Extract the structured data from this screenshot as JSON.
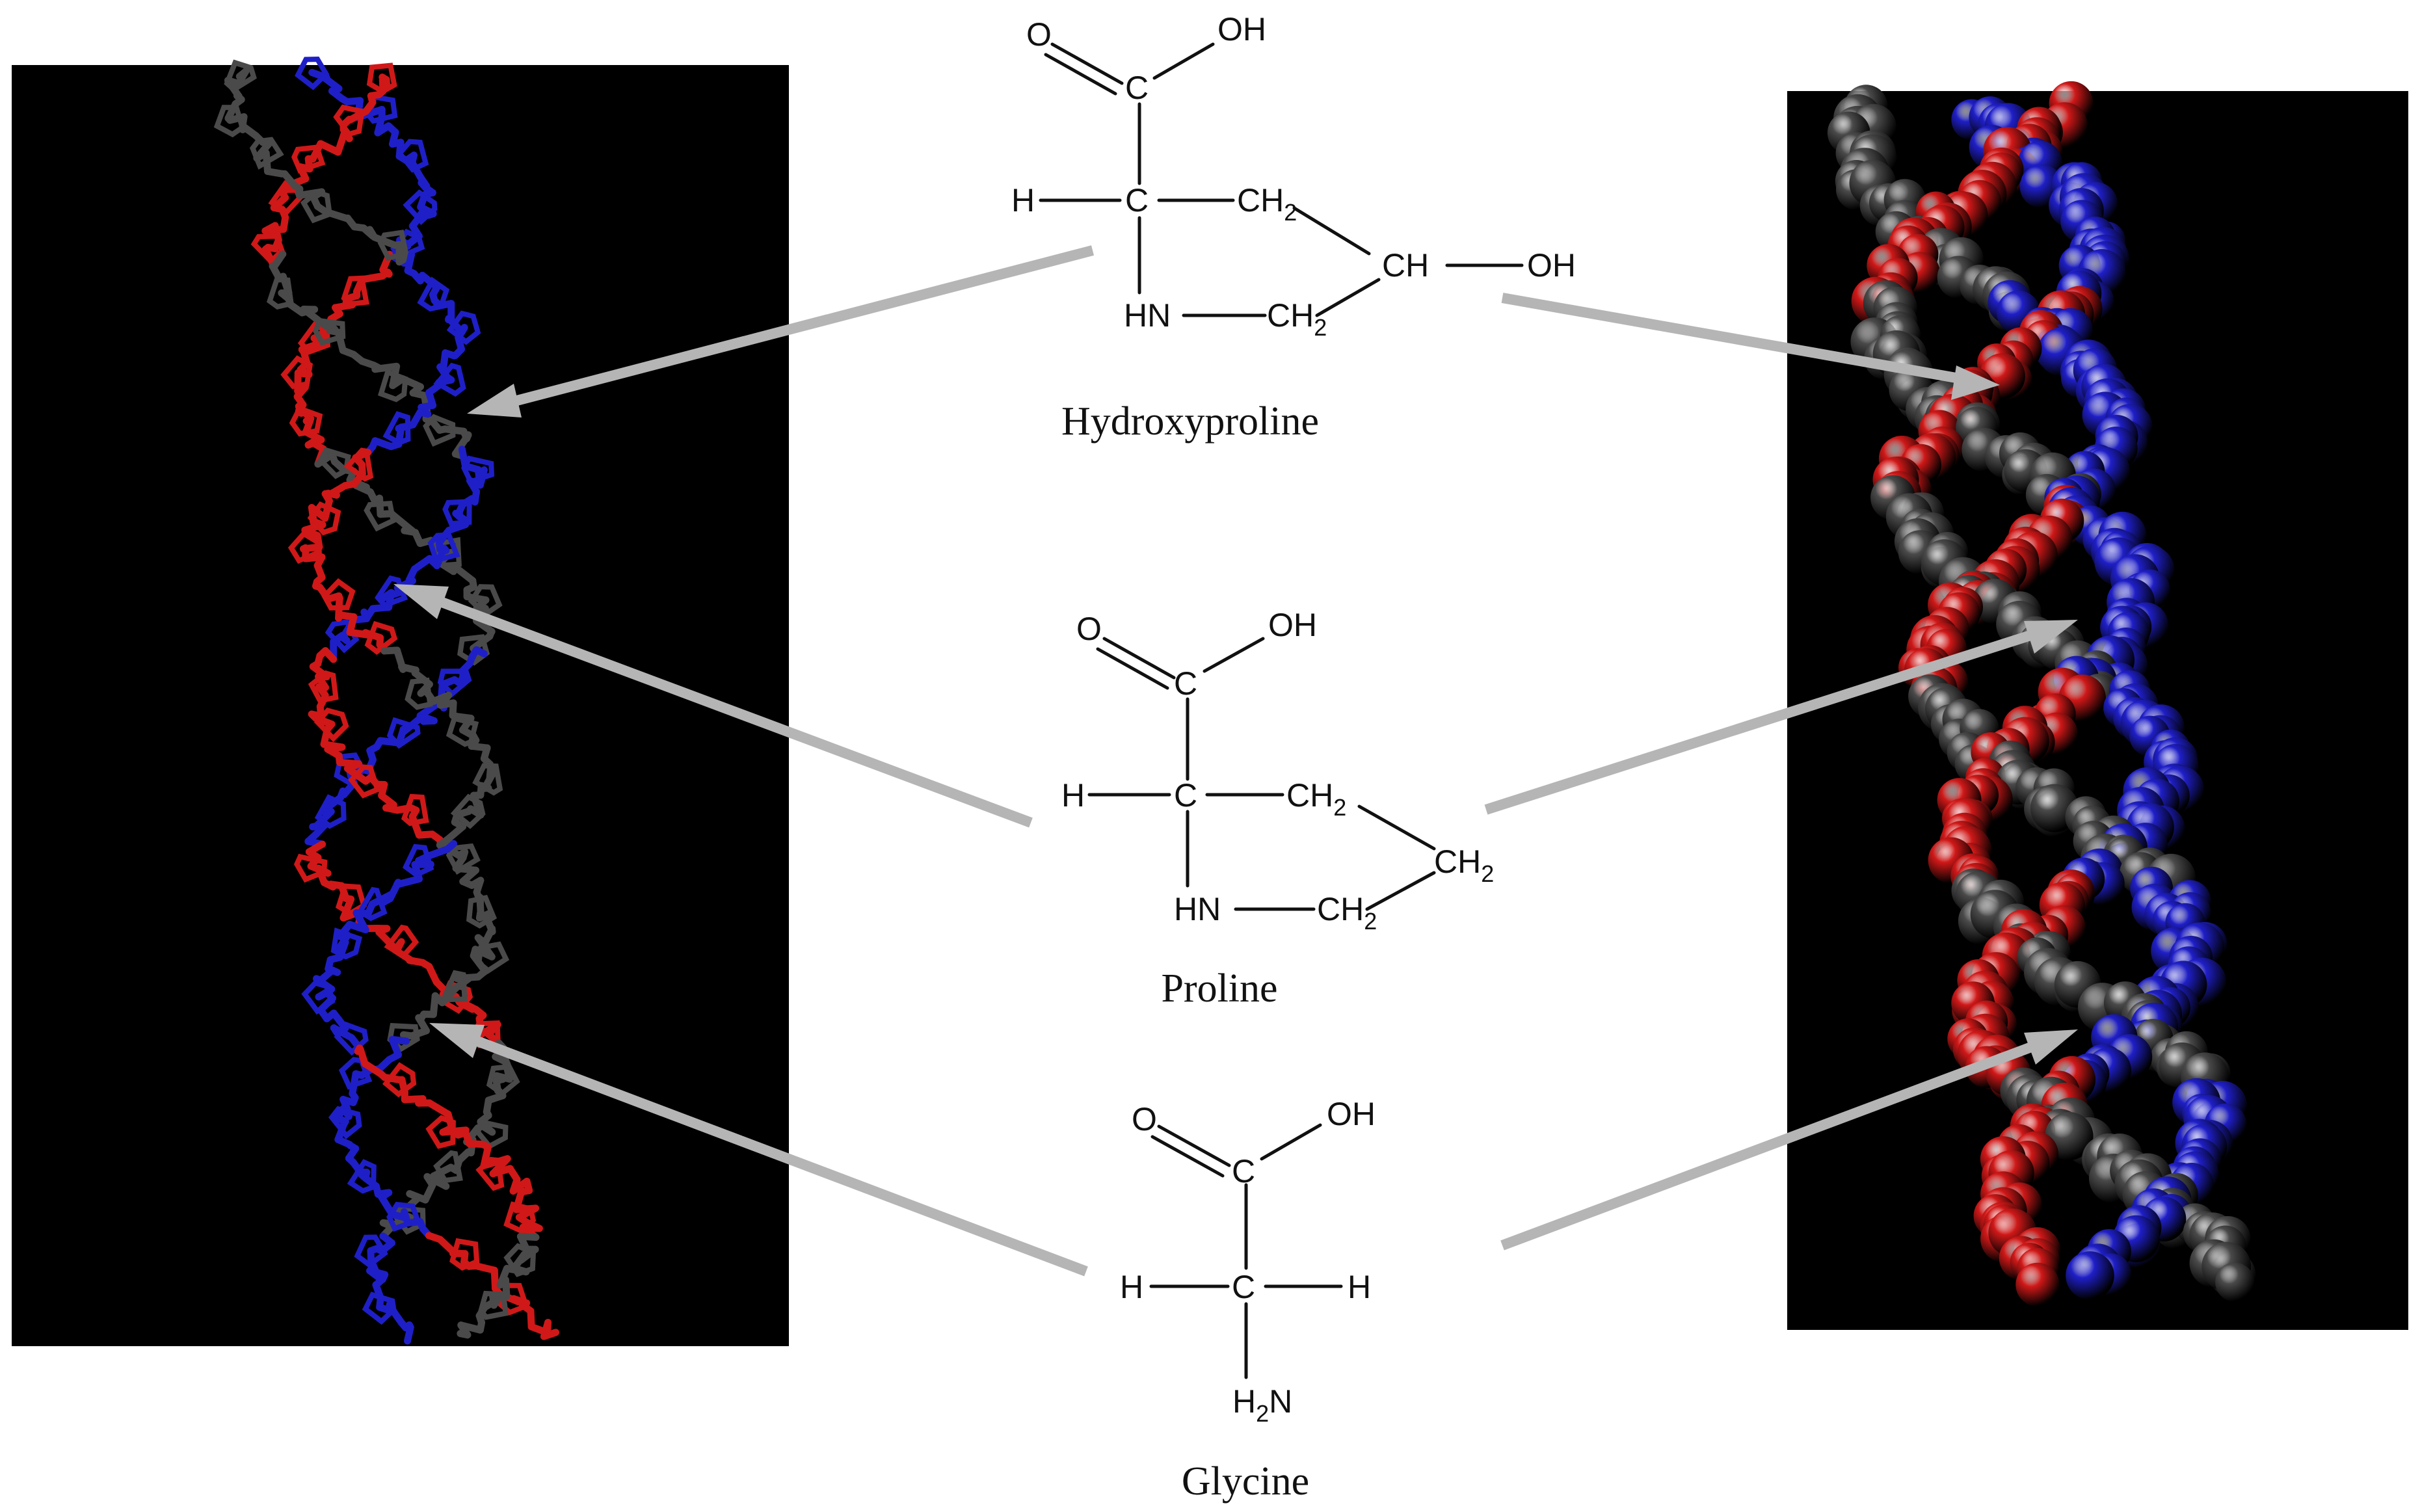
{
  "figure": {
    "background": "#ffffff",
    "panel_background": "#000000",
    "arrow_color": "#b5b5b5",
    "residue_colors": {
      "hydroxyproline": "#1f1fc8",
      "proline": "#d01818",
      "glycine": "#4a4a4a"
    }
  },
  "molecules": {
    "hydroxyproline": {
      "name": "Hydroxyproline",
      "atoms": {
        "o": "O",
        "oh": "OH",
        "c": "C",
        "h": "H",
        "ca": "C",
        "ch2a": "CH",
        "ch2a_sub": "2",
        "ch": "CH",
        "oh2": "OH",
        "hn": "HN",
        "ch2b": "CH",
        "ch2b_sub": "2"
      }
    },
    "proline": {
      "name": "Proline",
      "atoms": {
        "o": "O",
        "oh": "OH",
        "c": "C",
        "h": "H",
        "ca": "C",
        "ch2a": "CH",
        "ch2a_sub": "2",
        "ch2c": "CH",
        "ch2c_sub": "2",
        "hn": "HN",
        "ch2b": "CH",
        "ch2b_sub": "2"
      }
    },
    "glycine": {
      "name": "Glycine",
      "atoms": {
        "o": "O",
        "oh": "OH",
        "c": "C",
        "h": "H",
        "ca": "C",
        "h2": "H",
        "nh": "H",
        "nh_sub": "2",
        "n": "N"
      }
    }
  }
}
